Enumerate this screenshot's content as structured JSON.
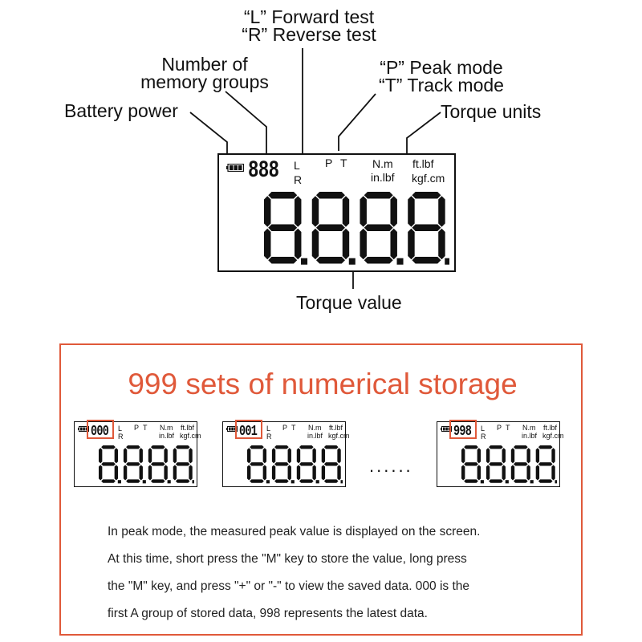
{
  "callouts": {
    "lr_line1": "“L” Forward test",
    "lr_line2": "“R” Reverse test",
    "memory_line1": "Number of",
    "memory_line2": "memory groups",
    "pt_line1": "“P” Peak mode",
    "pt_line2": "“T” Track mode",
    "battery": "Battery power",
    "units": "Torque units",
    "value": "Torque value"
  },
  "display": {
    "memory": "888",
    "dir_forward": "L",
    "dir_reverse": "R",
    "peak": "P",
    "track": "T",
    "unit_nm": "N.m",
    "unit_inlbf": "in.lbf",
    "unit_ftlbf": "ft.lbf",
    "unit_kgfcm": "kgf.cm",
    "value": "8.8.8.8"
  },
  "storage": {
    "title": "999 sets of numerical storage",
    "ellipsis": "......",
    "examples": [
      {
        "memory": "000",
        "value": "8.8.8.8"
      },
      {
        "memory": "001",
        "value": "8.8.8.8"
      },
      {
        "memory": "998",
        "value": "8.8.8.8"
      }
    ],
    "description": [
      "In peak mode, the measured peak value is displayed on the screen.",
      "At this time, short press the \"M\" key to store the value, long press",
      "the \"M\" key, and press \"+\" or \"-\" to view the saved data. 000 is the",
      "first A group of stored data, 998 represents the latest data."
    ]
  },
  "colors": {
    "accent": "#e0593a",
    "ink": "#111111"
  }
}
